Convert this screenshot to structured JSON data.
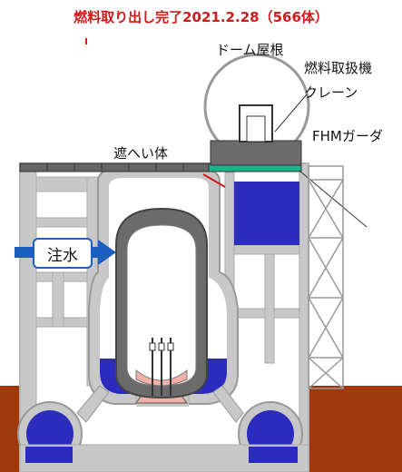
{
  "title": "燃料取り出し完了2021.2.28（566体）",
  "labels": {
    "dome_roof": "ドーム屋根",
    "fhm": "燃料取扱機",
    "crane": "クレーン",
    "fhm_girder": "FHMガーダ",
    "shield": "遮へい体",
    "water_injection": "注水"
  },
  "colors": {
    "title": "#d11a1a",
    "water": "#2b2bbd",
    "structure": "#c8c8c8",
    "ground": "#a0390a",
    "arrow": "#1b5fbf"
  }
}
